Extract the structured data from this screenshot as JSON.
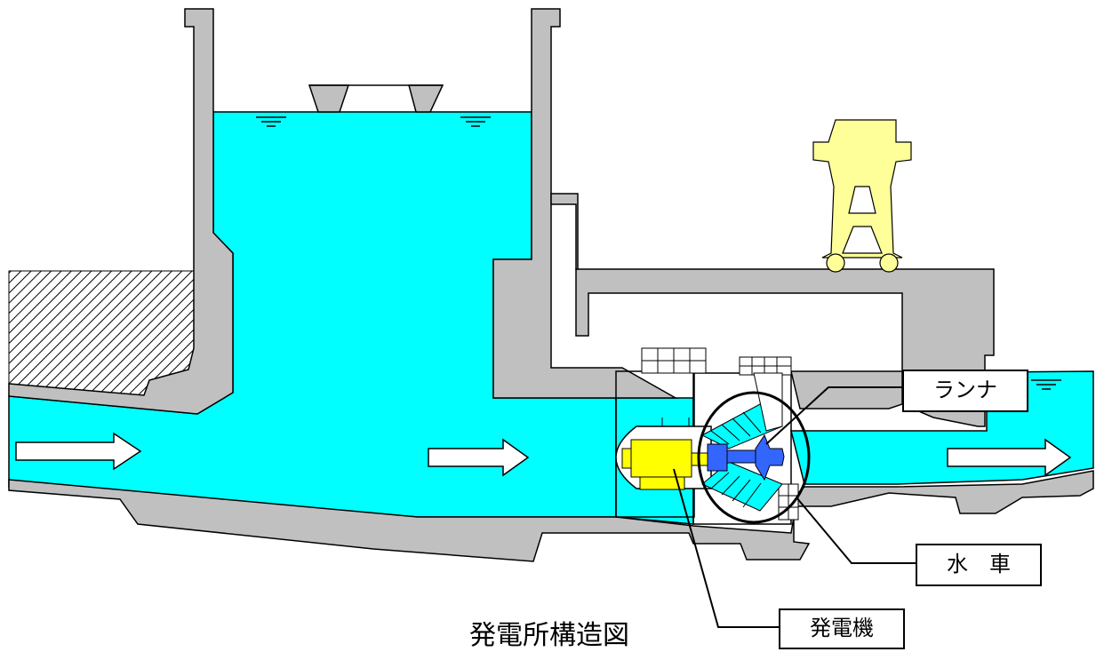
{
  "diagram": {
    "caption": "発電所構造図",
    "labels": {
      "runner": "ランナ",
      "waterwheel": "水　車",
      "generator": "発電機"
    }
  },
  "colors": {
    "water": "#00FFFF",
    "concrete": "#C0C0C0",
    "generator": "#FFFF00",
    "runner": "#3366FF",
    "crane": "#FFFF99",
    "outline": "#000000"
  }
}
